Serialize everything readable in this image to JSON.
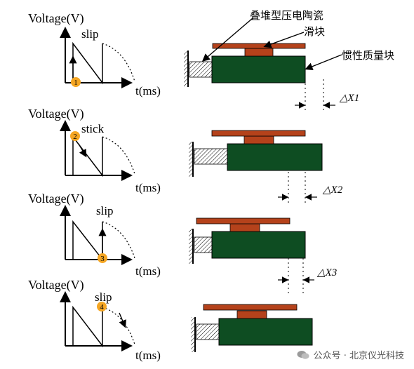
{
  "graph_labels": {
    "voltage": "Voltage(V)",
    "time": "t(ms)"
  },
  "panels": [
    {
      "step": "1",
      "phase": "slip"
    },
    {
      "step": "2",
      "phase": "stick"
    },
    {
      "step": "3",
      "phase": "slip"
    },
    {
      "step": "4",
      "phase": "slip"
    }
  ],
  "labels": {
    "piezo_stack": "叠堆型压电陶瓷",
    "slider": "滑块",
    "inertial_mass": "惯性质量块"
  },
  "displacements": [
    "X1",
    "X2",
    "X3"
  ],
  "displacement_symbol": "△",
  "watermark": "公众号 · 北京仪光科技",
  "colors": {
    "top_plate": "#b5421b",
    "slider": "#b5421b",
    "mass": "#0e4d22",
    "step_badge": "#f5a623"
  }
}
